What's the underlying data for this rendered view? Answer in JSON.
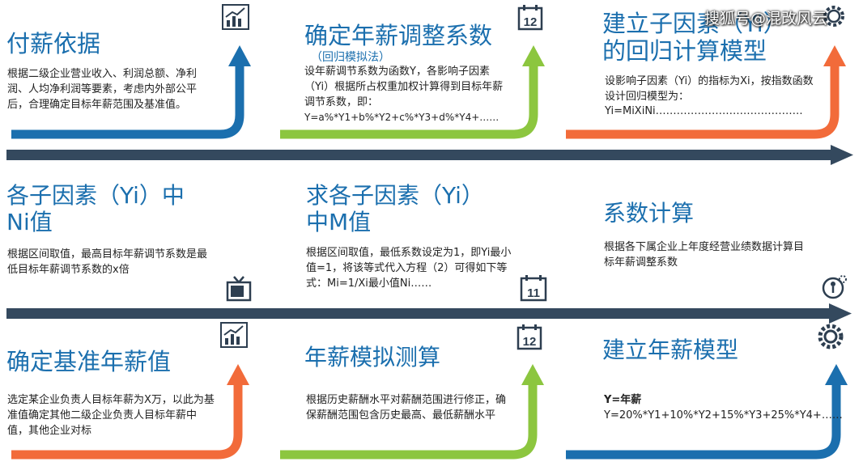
{
  "watermark": "搜狐号@混改风云",
  "colors": {
    "title": "#1b6fae",
    "blue": "#1b6fae",
    "green": "#8cc63f",
    "orange": "#f26b3a",
    "timeline": "#34495e",
    "icon": "#2d3e50"
  },
  "row1": [
    {
      "title": "付薪依据",
      "subtitle": "",
      "body": "根据二级企业营业收入、利润总额、净利润、人均净利润等要素，考虑内外部公平后，合理确定目标年薪范围及基准值。",
      "icon": "chart-icon"
    },
    {
      "title": "确定年薪调整系数",
      "subtitle": "（回归模拟法）",
      "body": "设年薪调节系数为函数Y，各影响子因素（Yi）根据所占权重加权计算得到目标年薪调节系数，即：",
      "formula": "Y=a%*Y1+b%*Y2+c%*Y3+d%*Y4+……",
      "icon": "calendar-icon",
      "icon_text": "12"
    },
    {
      "title_line1": "建立子因素（Yi）",
      "title_line2": "的回归计算模型",
      "body": "设影响子因素（Yi）的指标为Xi，按指数函数设计回归模型为：",
      "formula": "Yi=MiXiNi……………………………………",
      "icon": "gear-icon"
    }
  ],
  "row2": [
    {
      "title_line1": "各子因素（Yi）中",
      "title_line2": "Ni值",
      "body": "根据区间取值，最高目标年薪调节系数是最低目标年薪调节系数的x倍",
      "icon": "tv-icon"
    },
    {
      "title_line1": "求各子因素（Yi）",
      "title_line2": "中M值",
      "body": "根据区间取值，最低系数设定为1，即Yi最小值=1，将该等式代入方程（2）可得如下等式：Mi=1/Xi最小值Ni……",
      "icon": "calendar-icon",
      "icon_text": "11"
    },
    {
      "title": "系数计算",
      "body": "根据各下属企业上年度经营业绩数据计算目标年薪调整系数",
      "icon": "worker-gear-icon"
    }
  ],
  "row3": [
    {
      "title": "确定基准年薪值",
      "body": "选定某企业负责人目标年薪为X万，以此为基准值确定其他二级企业负责人目标年薪中值，其他企业对标",
      "icon": "chart-icon"
    },
    {
      "title": "年薪模拟测算",
      "body": "根据历史薪酬水平对薪酬范围进行修正，确保薪酬范围包含历史最高、最低薪酬水平",
      "icon": "calendar-icon",
      "icon_text": "12"
    },
    {
      "title": "建立年薪模型",
      "body_bold": "Y=年薪",
      "formula": "Y=20%*Y1+10%*Y2+15%*Y3+25%*Y4+……",
      "icon": "gear-icon"
    }
  ]
}
